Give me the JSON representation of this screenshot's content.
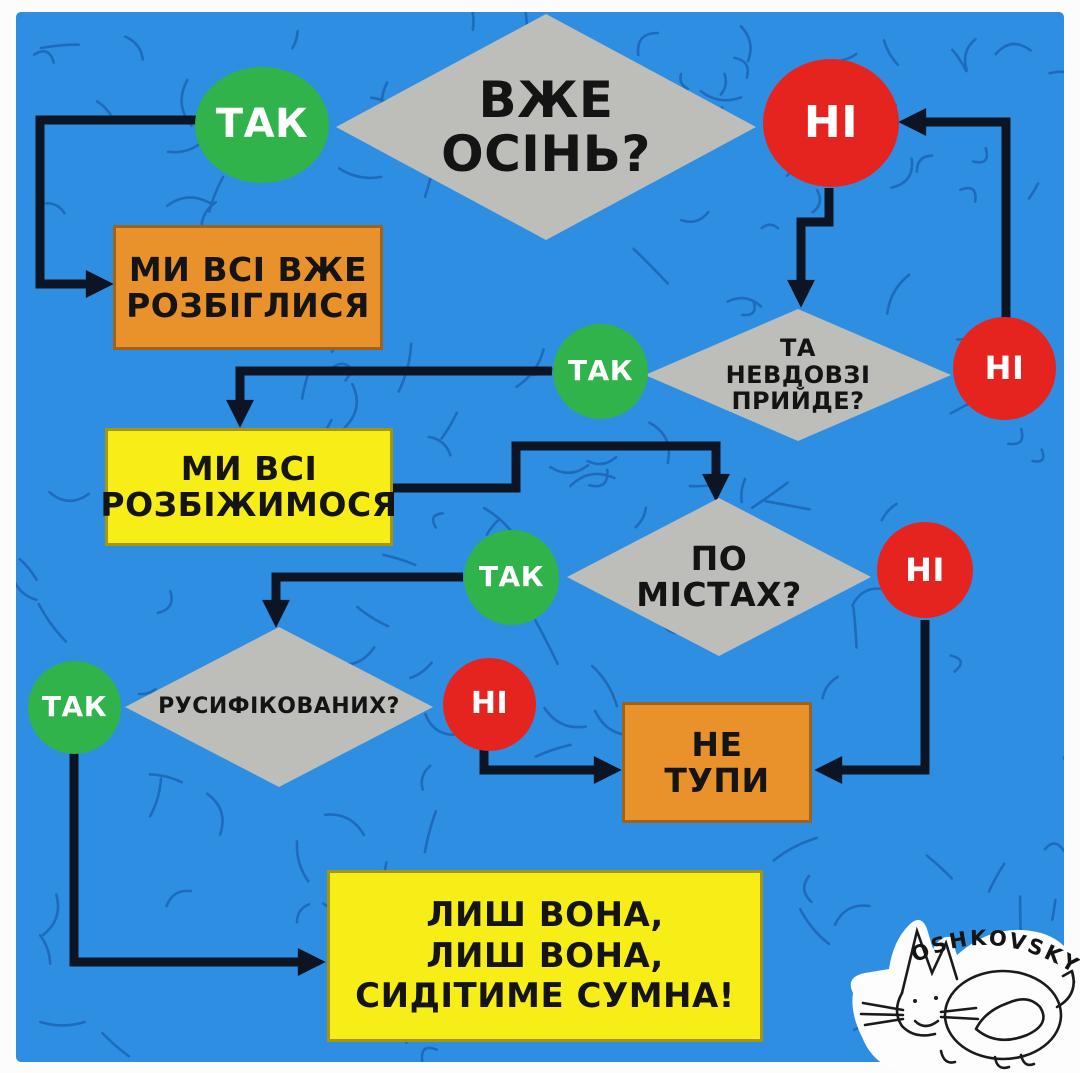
{
  "palette": {
    "background_blue": "#2e8fe2",
    "frame_white": "#fcfcfc",
    "squiggle_blue": "#1a5fae",
    "diamond_gray": "#bdbdba",
    "yes_green": "#2fb34a",
    "no_red": "#e6241f",
    "box_orange": "#e9922b",
    "box_yellow": "#f7ee17",
    "connector_dark": "#0d1424",
    "text_dark": "#141414",
    "text_light": "#ffffff"
  },
  "flowchart": {
    "q_autumn": "ВЖЕ\nОСІНЬ?",
    "yes_autumn": "ТАК",
    "no_autumn": "НІ",
    "box_already_dispersed": "МИ ВСІ ВЖЕ\nРОЗБІГЛИСЯ",
    "q_coming_soon": "ТА\nНЕВДОВЗІ\nПРИЙДЕ?",
    "yes_coming_soon": "ТАК",
    "no_coming_soon": "НІ",
    "box_will_disperse": "МИ ВСІ\nРОЗБІЖИМОСЯ",
    "q_across_cities": "ПО\nМІСТАХ?",
    "yes_across_cities": "ТАК",
    "no_across_cities": "НІ",
    "q_russified": "РУСИФІКОВАНИХ?",
    "yes_russified": "ТАК",
    "no_russified": "НІ",
    "box_dont_be_dumb": "НЕ\nТУПИ",
    "box_only_she": "ЛИШ ВОНА,\nЛИШ ВОНА,\nСИДІТИМЕ СУМНА!"
  },
  "signature": {
    "artist": "OSHKOVSKY"
  }
}
